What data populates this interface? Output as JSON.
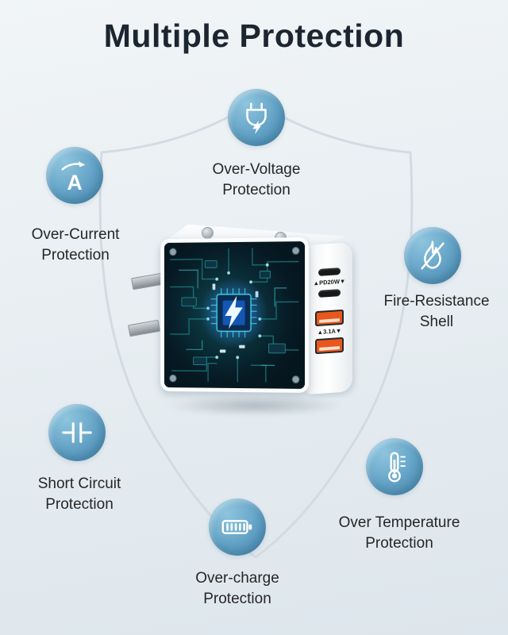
{
  "title": "Multiple Protection",
  "features": [
    {
      "name": "over-voltage",
      "label": "Over-Voltage\nProtection",
      "icon": "plug-lightning-icon"
    },
    {
      "name": "over-current",
      "label": "Over-Current\nProtection",
      "icon": "ampere-arrow-icon"
    },
    {
      "name": "fire-resistance",
      "label": "Fire-Resistance\nShell",
      "icon": "flame-icon"
    },
    {
      "name": "short-circuit",
      "label": "Short Circuit\nProtection",
      "icon": "capacitor-icon"
    },
    {
      "name": "over-temperature",
      "label": "Over Temperature\nProtection",
      "icon": "thermometer-icon"
    },
    {
      "name": "over-charge",
      "label": "Over-charge\nProtection",
      "icon": "battery-icon"
    }
  ],
  "charger": {
    "port_label_pd": "▲PD20W▼",
    "port_label_usba": "▲3.1A▼"
  },
  "colors": {
    "badge_blue": "#5e9ec3",
    "title_text": "#1c2631",
    "background": "#e9eff3",
    "usb_a_orange": "#e8571c",
    "pcb_teal": "#2cc4cf",
    "chip_blue": "#1356b4"
  }
}
